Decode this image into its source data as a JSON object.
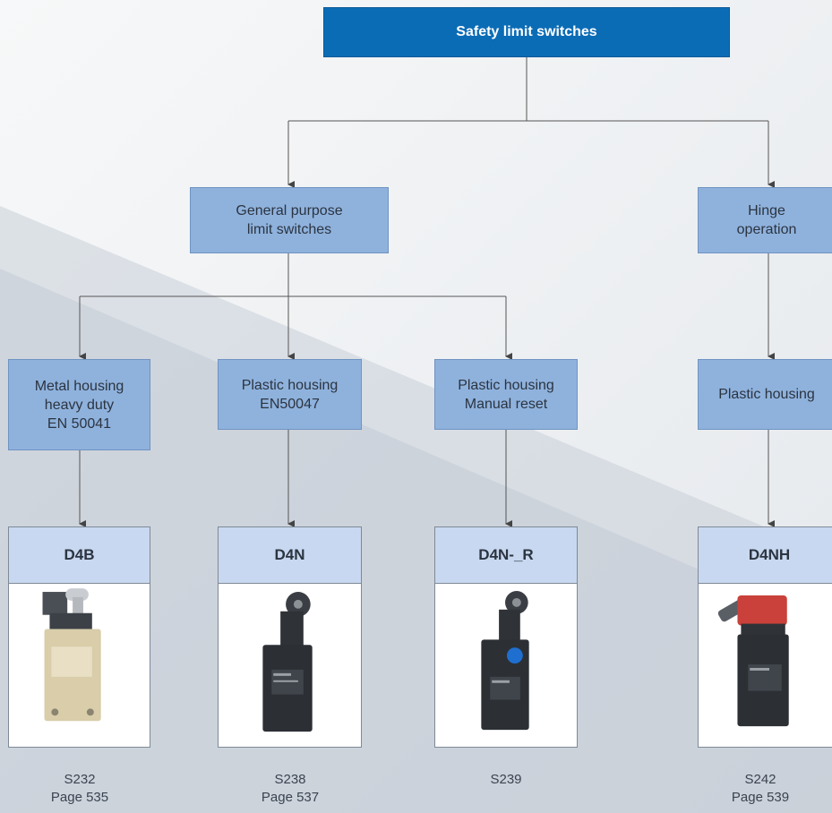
{
  "root": {
    "label": "Safety limit switches"
  },
  "groups": {
    "general": {
      "line1": "General purpose",
      "line2": "limit switches"
    },
    "hinge": {
      "line1": "Hinge",
      "line2": "operation"
    }
  },
  "categories": [
    {
      "line1": "Metal housing",
      "line2": "heavy duty",
      "line3": "EN 50041"
    },
    {
      "line1": "Plastic housing",
      "line2": "EN50047"
    },
    {
      "line1": "Plastic housing",
      "line2": "Manual reset"
    },
    {
      "line1": "Plastic housing"
    }
  ],
  "products": [
    {
      "name": "D4B",
      "ref": "S232",
      "page": "Page 535"
    },
    {
      "name": "D4N",
      "ref": "S238",
      "page": "Page 537"
    },
    {
      "name": "D4N-_R",
      "ref": "S239"
    },
    {
      "name": "D4NH",
      "ref": "S242",
      "page": "Page 539"
    }
  ]
}
